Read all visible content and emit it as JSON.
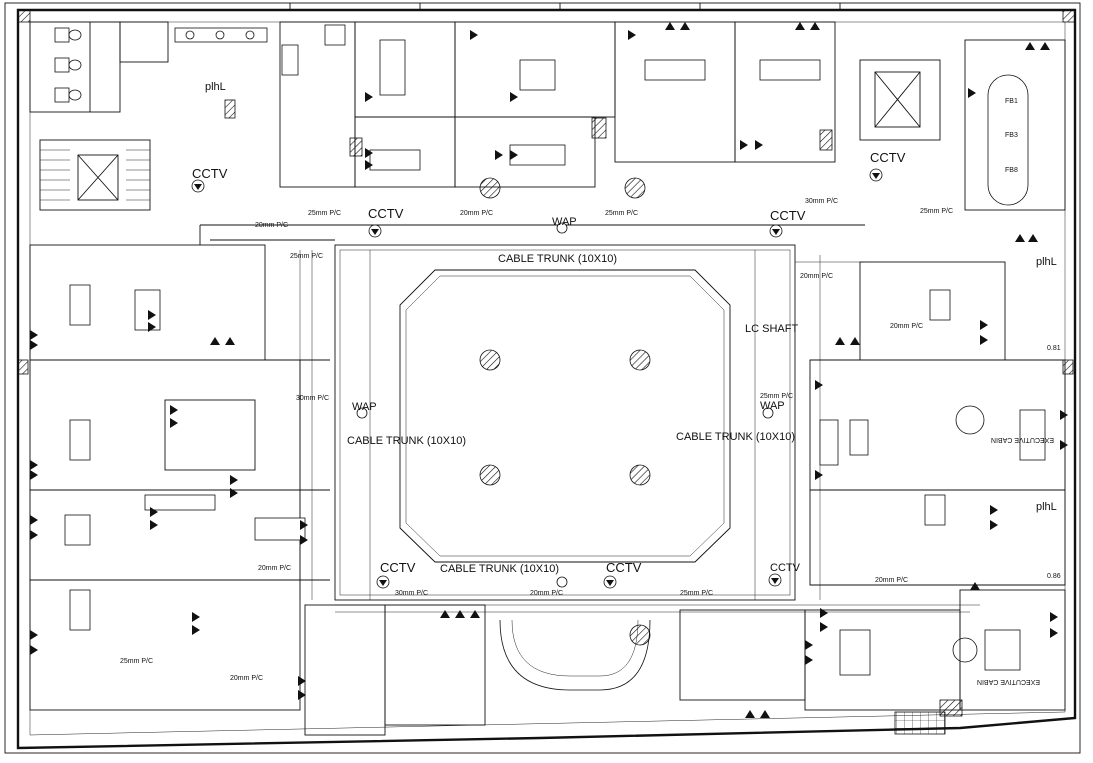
{
  "labels": {
    "cctv": "CCTV",
    "wap": "WAP",
    "cable_trunk_10x10": "CABLE TRUNK (10X10)",
    "cable_trunk_10x10_alt": "CABLE TRUNK (10X10)",
    "cable_trunk_10x10_bottom": "CABLE TRUNK (10X10)",
    "lc_shaft": "LC SHAFT",
    "lift_lobby": "plhL",
    "pvc_20mm": "20mm P/C",
    "pvc_25mm": "25mm P/C",
    "pvc_30mm": "30mm P/C",
    "exec_cabin": "EXECUTIVE CABIN",
    "fb1": "FB1",
    "fb3": "FB3",
    "fb8": "FB8",
    "level_1": "0.81",
    "level_2": "0.86"
  },
  "colors": {
    "line": "#111111",
    "background": "#ffffff"
  }
}
